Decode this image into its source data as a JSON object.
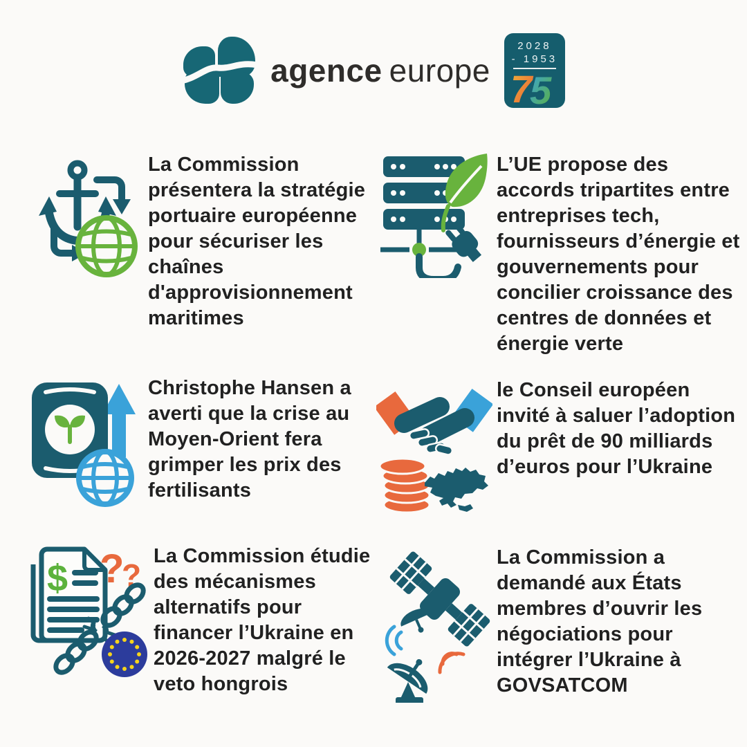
{
  "page": {
    "background": "#fbfaf8"
  },
  "colors": {
    "teal": "#1b5c6e",
    "logo_teal": "#176775",
    "green": "#68b33d",
    "blue": "#3aa2d9",
    "orange": "#e8693d",
    "eu_blue": "#2c3c9c",
    "star_yellow": "#f6d41c",
    "text": "#212121"
  },
  "header": {
    "brand_bold": "agence",
    "brand_light": "europe",
    "badge": {
      "year_top": "2028",
      "year_bottom": "- 1953",
      "digit_left": "7",
      "digit_right": "5"
    }
  },
  "icon_glyphs": {
    "dollar": "$",
    "question_big": "?",
    "question_small": "?"
  },
  "items": [
    {
      "icon": "anchor-globe-icon",
      "text": "La Commission présentera la stratégie portuaire européenne pour sécuriser les chaînes d'approvisionnement maritimes"
    },
    {
      "icon": "datacenter-green-energy-icon",
      "text": "L’UE propose des accords tripartites entre entreprises tech, fournisseurs d’énergie et gouvernements pour concilier croissance des centres de données et énergie verte"
    },
    {
      "icon": "fertilizer-price-rise-icon",
      "text": "Christophe Hansen a averti que la crise au Moyen-Orient fera grimper les prix des fertilisants"
    },
    {
      "icon": "handshake-ukraine-loan-icon",
      "text": "le Conseil européen invité à saluer l’adoption du prêt de 90 milliards d’euros pour l’Ukraine"
    },
    {
      "icon": "document-broken-chain-eu-icon",
      "text": "La Commission étudie des mécanismes alternatifs pour financer l’Ukraine en 2026-2027 malgré le veto hongrois"
    },
    {
      "icon": "satellite-govsatcom-icon",
      "text": "La Commission a demandé aux États membres d’ouvrir les négociations pour intégrer l’Ukraine à GOVSATCOM"
    }
  ]
}
